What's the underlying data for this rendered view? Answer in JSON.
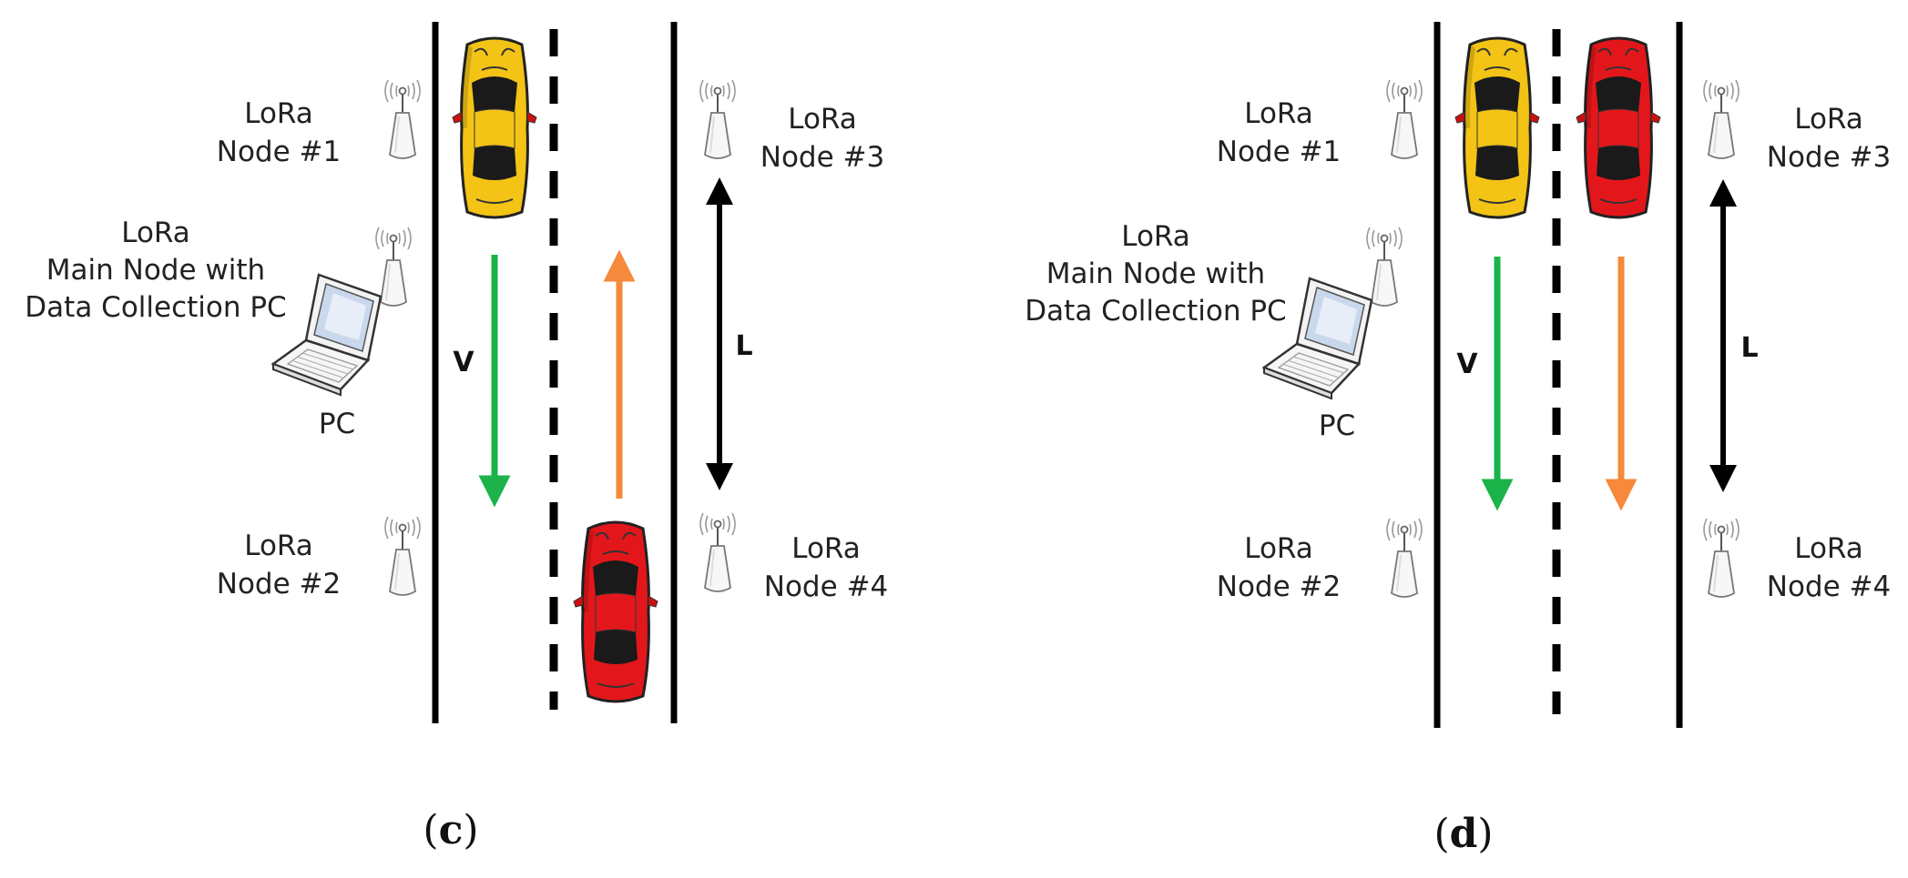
{
  "panels": [
    {
      "id": "c",
      "caption_open": "(",
      "caption_letter": "c",
      "caption_close": ")",
      "node1": [
        "LoRa",
        "Node #1"
      ],
      "node2": [
        "LoRa",
        "Node #2"
      ],
      "node3": [
        "LoRa",
        "Node #3"
      ],
      "node4": [
        "LoRa",
        "Node #4"
      ],
      "main_node": [
        "LoRa",
        "Main Node with",
        "Data Collection PC"
      ],
      "pc_label": "PC",
      "velocity_label": "V",
      "length_label": "L",
      "green_arrow_direction": "down",
      "orange_arrow_direction": "up"
    },
    {
      "id": "d",
      "caption_open": "(",
      "caption_letter": "d",
      "caption_close": ")",
      "node1": [
        "LoRa",
        "Node #1"
      ],
      "node2": [
        "LoRa",
        "Node #2"
      ],
      "node3": [
        "LoRa",
        "Node #3"
      ],
      "node4": [
        "LoRa",
        "Node #4"
      ],
      "main_node": [
        "LoRa",
        "Main Node with",
        "Data Collection PC"
      ],
      "pc_label": "PC",
      "velocity_label": "V",
      "length_label": "L",
      "green_arrow_direction": "down",
      "orange_arrow_direction": "down"
    }
  ],
  "colors": {
    "green_arrow": "#1bb34a",
    "orange_arrow": "#f6893b",
    "yellow_car": "#f3c316",
    "red_car": "#e3171b",
    "road_line": "#000000"
  }
}
